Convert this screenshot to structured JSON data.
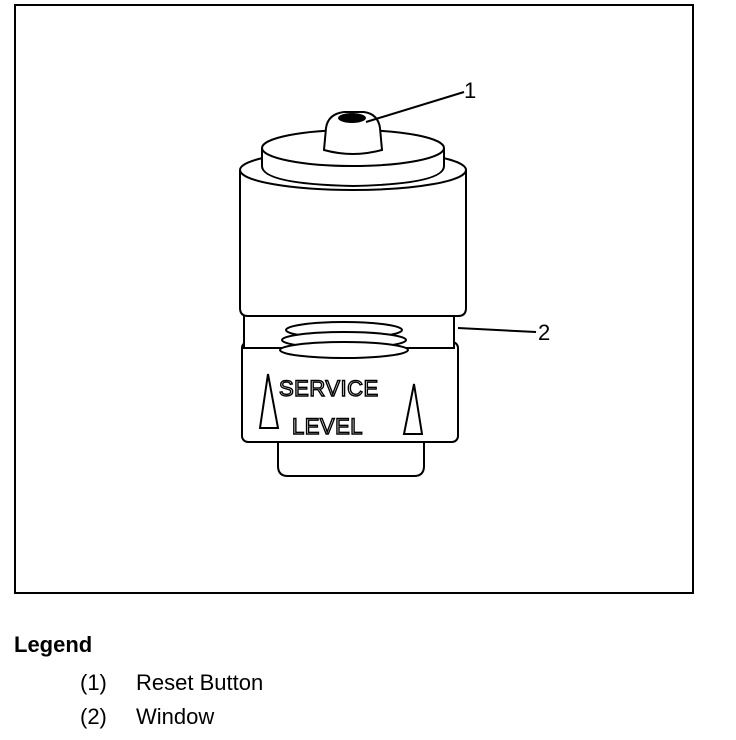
{
  "figure": {
    "callouts": [
      {
        "number": "1"
      },
      {
        "number": "2"
      }
    ],
    "stamp_lines": [
      "SERVICE",
      "LEVEL"
    ]
  },
  "legend": {
    "title": "Legend",
    "items": [
      {
        "number": "(1)",
        "label": "Reset Button"
      },
      {
        "number": "(2)",
        "label": "Window"
      }
    ]
  }
}
